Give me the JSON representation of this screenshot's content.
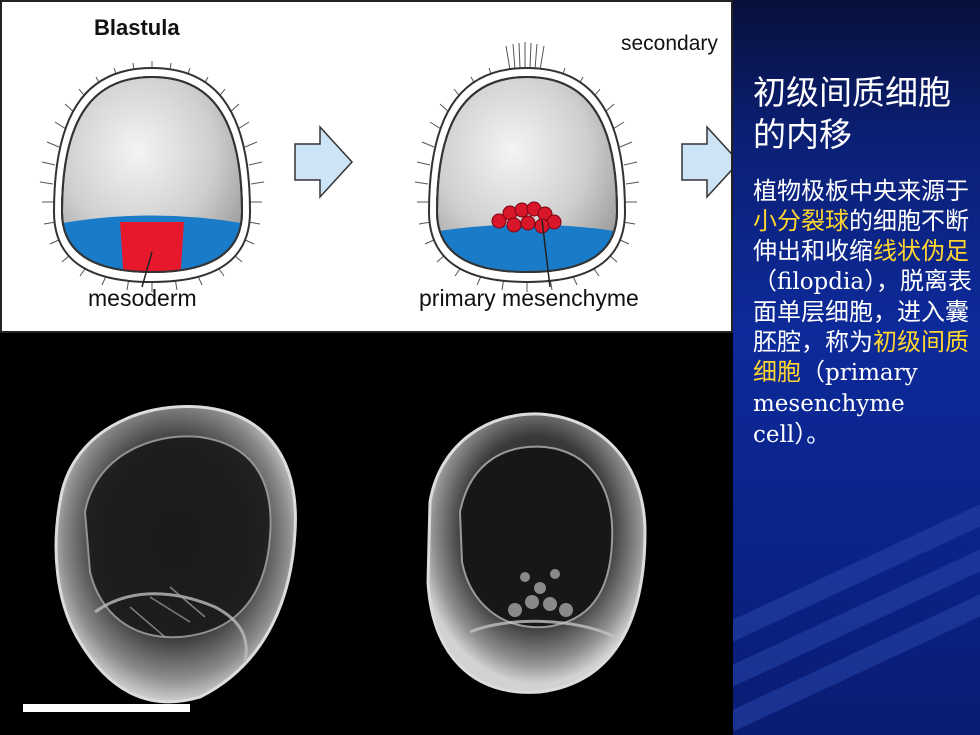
{
  "diagram": {
    "title": "Blastula",
    "secondary_label": "secondary",
    "mesoderm_label": "mesoderm",
    "primary_mesenchyme_label": "primary mesenchyme"
  },
  "side_text": {
    "heading": "初级间质细胞的内移",
    "body_1": "植物极板中央来源于",
    "hl_1": "小分裂球",
    "body_2": "的细胞不断伸出和收缩",
    "hl_2": "线状伪足",
    "body_3": "（",
    "latin_1": "filopdia",
    "body_4": "），脱离表面单层细胞，进入囊胚腔，称为",
    "hl_3": "初级间质细胞",
    "body_5": "（",
    "latin_2": "primary mesenchyme cell",
    "body_6": "）。"
  },
  "colors": {
    "mesoderm": "#e8182c",
    "vegetal_plate": "#1a7cc8",
    "arrow_fill": "#cce4f6",
    "highlight": "#ffd530",
    "panel_blue": "#0d2a9a"
  },
  "icons": [
    "right-arrow-icon",
    "right-arrow-icon"
  ]
}
